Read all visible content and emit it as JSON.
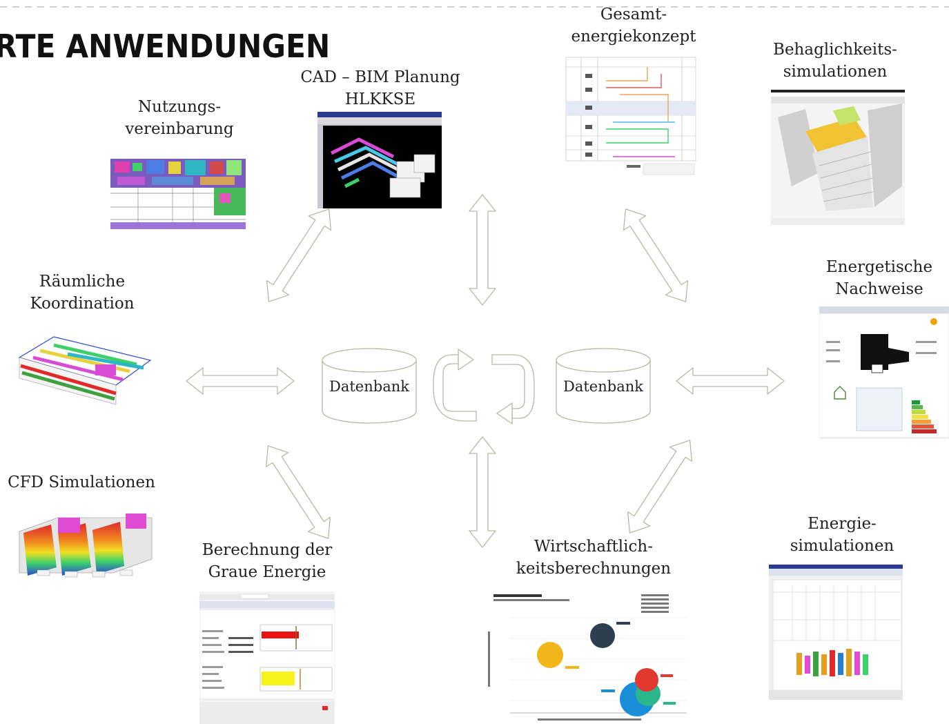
{
  "title": "RTE ANWENDUNGEN",
  "center": {
    "database_left": "Datenbank",
    "database_right": "Datenbank"
  },
  "nodes": {
    "nutzung": {
      "line1": "Nutzungs-",
      "line2": "vereinbarung"
    },
    "cad": {
      "line1": "CAD – BIM Planung",
      "line2": "HLKKSE"
    },
    "gesamt": {
      "line1": "Gesamt-",
      "line2": "energiekonzept"
    },
    "behag": {
      "line1": "Behaglichkeits-",
      "line2": "simulationen"
    },
    "raeumlich": {
      "line1": "Räumliche",
      "line2": "Koordination"
    },
    "energetisch": {
      "line1": "Energetische",
      "line2": "Nachweise"
    },
    "cfd": {
      "line1": "CFD Simulationen"
    },
    "graue": {
      "line1": "Berechnung der",
      "line2": "Graue Energie"
    },
    "wirtschaft": {
      "line1": "Wirtschaftlich-",
      "line2": "keitsberechnungen"
    },
    "energiesim": {
      "line1": "Energie-",
      "line2": "simulationen"
    }
  },
  "colors": {
    "connector_stroke": "#b9b5a6",
    "dash": "#cfcfcf"
  },
  "icons": {
    "database": "cylinder-icon",
    "sync": "sync-arrows-icon",
    "arrow": "double-arrow-icon"
  }
}
